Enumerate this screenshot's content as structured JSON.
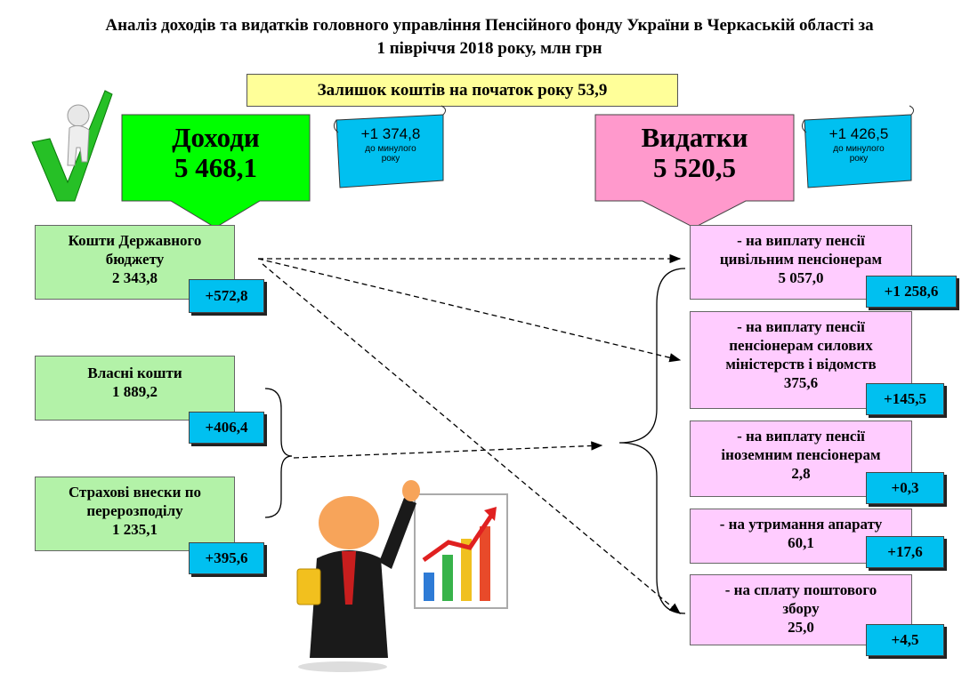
{
  "title": {
    "line1": "Аналіз  доходів та видатків головного управління Пенсійного фонду України в Черкаській області за",
    "line2": "1 півріччя 2018 року, млн грн"
  },
  "balance": "Залишок коштів на початок року 53,9",
  "income": {
    "label": "Доходи",
    "value": "5 468,1",
    "delta": "+1 374,8",
    "delta_note": "до минулого року"
  },
  "expenses": {
    "label": "Видатки",
    "value": "5 520,5",
    "delta": "+1 426,5",
    "delta_note": "до минулого року"
  },
  "income_items": [
    {
      "title": "Кошти Державного бюджету",
      "value": "2 343,8",
      "delta": "+572,8"
    },
    {
      "title": "Власні кошти",
      "value": "1 889,2",
      "delta": "+406,4"
    },
    {
      "title": "Страхові внески по перерозподілу",
      "value": "1 235,1",
      "delta": "+395,6"
    }
  ],
  "expense_items": [
    {
      "title": "- на виплату пенсії цивільним пенсіонерам",
      "value": "5 057,0",
      "delta": "+1 258,6"
    },
    {
      "title": "- на виплату пенсії пенсіонерам силових міністерств і відомств",
      "value": "375,6",
      "delta": "+145,5"
    },
    {
      "title": "- на виплату пенсії іноземним пенсіонерам",
      "value": "2,8",
      "delta": "+0,3"
    },
    {
      "title": "- на утримання апарату",
      "value": "60,1",
      "delta": "+17,6"
    },
    {
      "title": "- на сплату поштового збору",
      "value": "25,0",
      "delta": "+4,5"
    }
  ],
  "colors": {
    "income_green": "#00ff00",
    "expense_pink": "#ff99cc",
    "tag_blue": "#00c0f0",
    "balance_yellow": "#ffff99"
  }
}
